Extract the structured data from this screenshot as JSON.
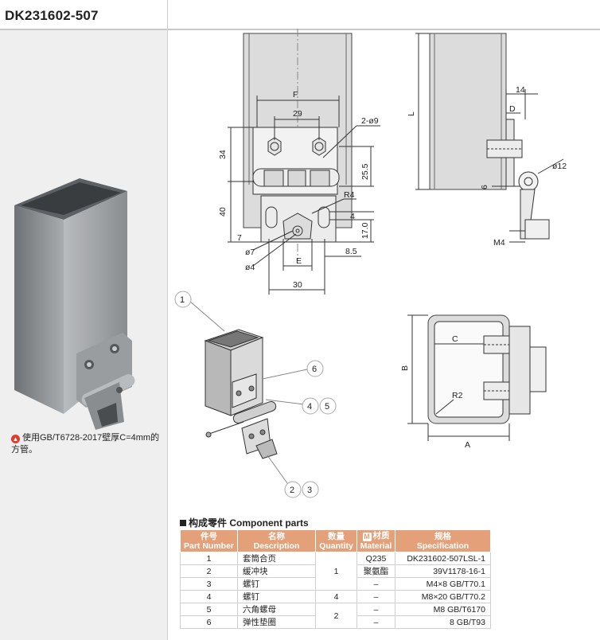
{
  "product": {
    "code": "DK231602-507"
  },
  "note": {
    "text": "使用GB/T6728-2017壁厚C=4mm的方管。"
  },
  "dims_front": {
    "f": "F",
    "d29": "29",
    "hole": "2-ø9",
    "d34": "34",
    "d25_5": "25.5",
    "r4": "R4",
    "d40": "40",
    "d4": "4",
    "d17": "17.0",
    "d7": "7",
    "o7": "ø7",
    "o4": "ø4",
    "e": "E",
    "d8_5": "8.5",
    "d30": "30"
  },
  "dims_side": {
    "l": "L",
    "d14": "14",
    "d": "D",
    "o12": "ø12",
    "d6": "6",
    "m4": "M4"
  },
  "dims_top": {
    "c": "C",
    "b": "B",
    "r2": "R2",
    "a": "A"
  },
  "callouts": [
    "1",
    "6",
    "4",
    "5",
    "2",
    "3"
  ],
  "parts_section": {
    "heading": "构成零件 Component parts"
  },
  "parts_table": {
    "headers": [
      {
        "cn": "件号",
        "en": "Part Number"
      },
      {
        "cn": "名称",
        "en": "Description"
      },
      {
        "cn": "数量",
        "en": "Quantity"
      },
      {
        "cn": "材质",
        "en": "Material",
        "icon": "M"
      },
      {
        "cn": "规格",
        "en": "Specification"
      }
    ],
    "rows": [
      {
        "no": "1",
        "desc": "套筒合页",
        "mat": "Q235",
        "spec": "DK231602-507LSL-1"
      },
      {
        "no": "2",
        "desc": "缓冲块",
        "mat": "聚氨酯",
        "spec": "39V1178-16-1"
      },
      {
        "no": "3",
        "desc": "螺钉",
        "mat": "–",
        "spec": "M4×8 GB/T70.1"
      },
      {
        "no": "4",
        "desc": "螺钉",
        "mat": "–",
        "spec": "M8×20 GB/T70.2"
      },
      {
        "no": "5",
        "desc": "六角螺母",
        "mat": "–",
        "spec": "M8 GB/T6170"
      },
      {
        "no": "6",
        "desc": "弹性垫圈",
        "mat": "–",
        "spec": "8 GB/T93"
      }
    ],
    "qty": {
      "a": "1",
      "b": "4",
      "c": "2"
    }
  },
  "colors": {
    "header_bg": "#e4a079",
    "panel_bg": "#efefef",
    "warn": "#e23a2e"
  }
}
